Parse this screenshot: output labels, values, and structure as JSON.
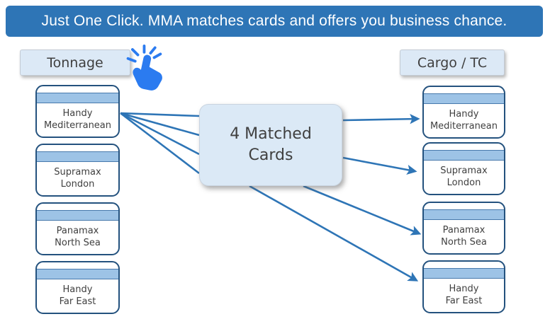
{
  "banner": {
    "text": "Just One Click. MMA matches cards and offers you business chance."
  },
  "columns": {
    "left": {
      "label": "Tonnage",
      "cards": [
        {
          "label": "Handy\nMediterranean"
        },
        {
          "label": "Supramax\nLondon"
        },
        {
          "label": "Panamax\nNorth Sea"
        },
        {
          "label": "Handy\nFar East"
        }
      ]
    },
    "right": {
      "label": "Cargo / TC",
      "cards": [
        {
          "label": "Handy\nMediterranean"
        },
        {
          "label": "Supramax\nLondon"
        },
        {
          "label": "Panamax\nNorth Sea"
        },
        {
          "label": "Handy\nFar East"
        }
      ]
    }
  },
  "center_box": {
    "label": "4 Matched\nCards"
  },
  "icons": {
    "click_cursor": "click-hand-cursor-icon"
  },
  "colors": {
    "banner_bg": "#2E75B6",
    "banner_text": "#FFFFFF",
    "card_border": "#24527E",
    "card_stripe": "#9DC3E6",
    "panel_bg": "#DCE9F6",
    "arrow": "#2E75B6",
    "cursor_icon": "#2B7BF0",
    "text": "#3F3F3F"
  },
  "diagram": {
    "fan_source_card": "Handy Mediterranean",
    "fan_line_count": 4,
    "matched_pairs": 4
  }
}
